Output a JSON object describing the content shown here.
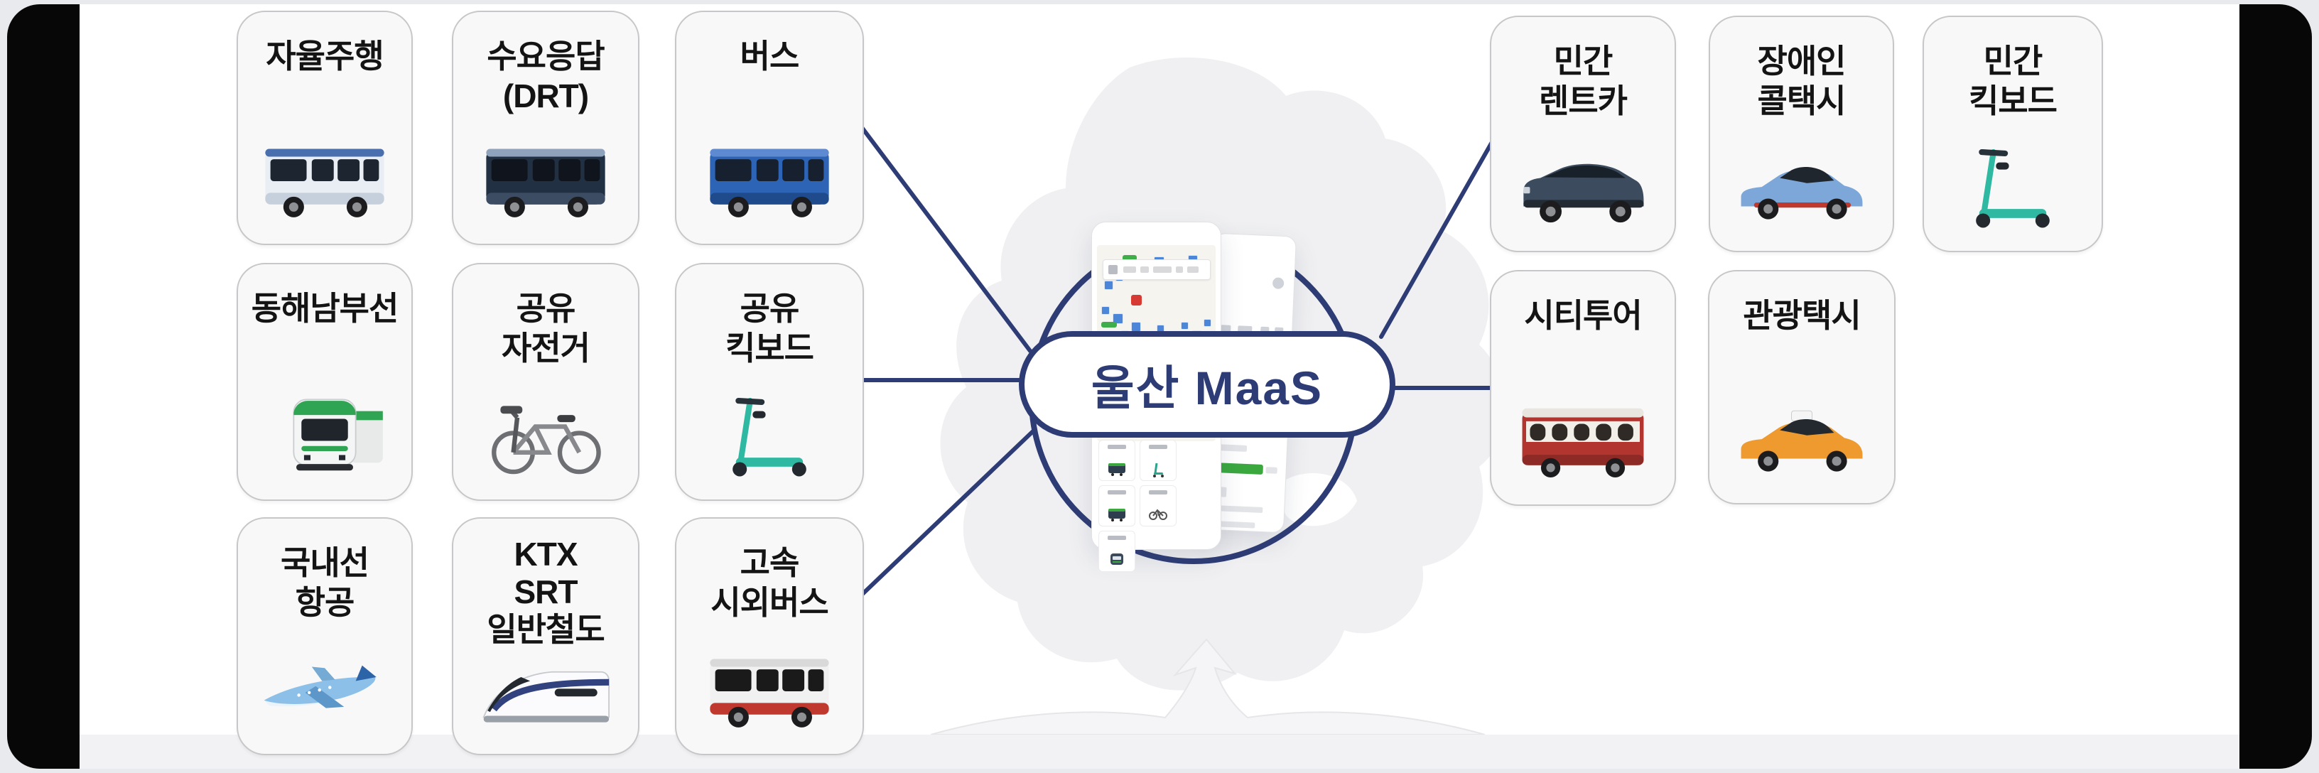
{
  "hub": {
    "label": "울산 MaaS"
  },
  "colors": {
    "navy": "#2e3c76",
    "card_bg": "#f8f8f8",
    "card_border": "#c7c7c9",
    "bus_blue": "#2d64b5",
    "scooter_teal": "#2fb9a2",
    "metro_green": "#2fa452",
    "express_red": "#c0392f",
    "taxi_orange": "#ee9a2e",
    "map_marker_blue": "#4c86d9",
    "progress_green": "#3aa83f"
  },
  "left_cards": [
    {
      "lines": [
        "자율주행"
      ],
      "icon": "autonomous-bus-icon"
    },
    {
      "lines": [
        "수요응답",
        "(DRT)"
      ],
      "icon": "drt-bus-icon"
    },
    {
      "lines": [
        "버스"
      ],
      "icon": "city-bus-icon"
    },
    {
      "lines": [
        "동해남부선"
      ],
      "icon": "metro-train-icon"
    },
    {
      "lines": [
        "공유",
        "자전거"
      ],
      "icon": "shared-bicycle-icon"
    },
    {
      "lines": [
        "공유",
        "킥보드"
      ],
      "icon": "kickboard-icon"
    },
    {
      "lines": [
        "국내선",
        "항공"
      ],
      "icon": "airplane-icon"
    },
    {
      "lines": [
        "KTX",
        "SRT",
        "일반철도"
      ],
      "icon": "ktx-train-icon"
    },
    {
      "lines": [
        "고속",
        "시외버스"
      ],
      "icon": "express-bus-icon"
    }
  ],
  "right_cards": [
    {
      "lines": [
        "민간",
        "렌트카"
      ],
      "icon": "rental-suv-icon"
    },
    {
      "lines": [
        "장애인",
        "콜택시"
      ],
      "icon": "call-taxi-icon"
    },
    {
      "lines": [
        "민간",
        "킥보드"
      ],
      "icon": "kickboard-icon"
    },
    {
      "lines": [
        "시티투어"
      ],
      "icon": "city-tour-bus-icon"
    },
    {
      "lines": [
        "관광택시"
      ],
      "icon": "tour-taxi-icon"
    }
  ]
}
